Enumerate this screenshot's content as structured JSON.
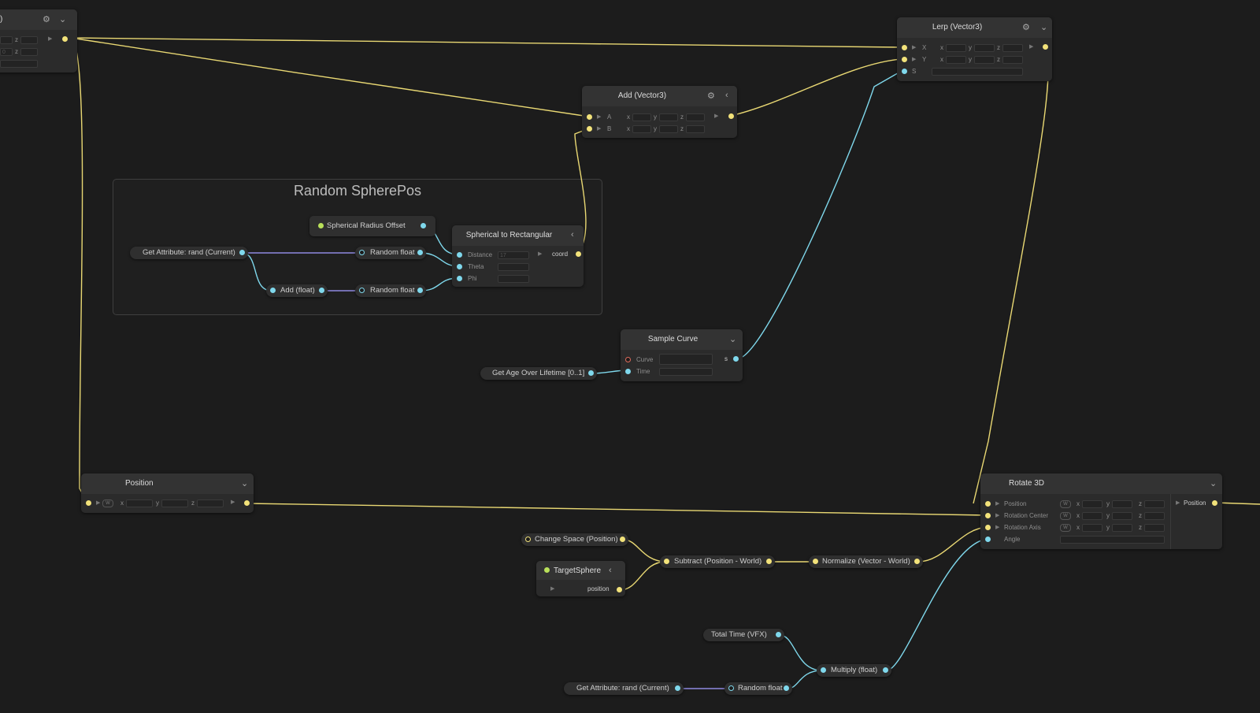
{
  "colors": {
    "background": "#1c1c1c",
    "vector_port": "#f2e27a",
    "float_port": "#7fd8ec",
    "uint_port": "#a29bef",
    "property": "#b9e05a",
    "curve": "#47c23e"
  },
  "icons": {
    "settings": "gear-icon",
    "collapse": "chevron-down-icon",
    "expand": "chevron-left-icon",
    "expand_port": "triangle-right-icon"
  },
  "topleft_node": {
    "title": ")",
    "out_label": "",
    "fields": [
      "z",
      "z",
      "0"
    ]
  },
  "add_vector3": {
    "title": "Add (Vector3)",
    "inputs": [
      "A",
      "B"
    ],
    "axes": [
      "x",
      "y",
      "z"
    ]
  },
  "lerp_vector3": {
    "title": "Lerp (Vector3)",
    "inputs": [
      "X",
      "Y",
      "S"
    ],
    "axes": [
      "x",
      "y",
      "z"
    ]
  },
  "group": {
    "title": "Random SpherePos"
  },
  "spherical_radius": {
    "label": "Spherical Radius Offset"
  },
  "spherical_to_rect": {
    "title": "Spherical to Rectangular",
    "inputs": [
      "Distance",
      "Theta",
      "Phi"
    ],
    "distance_value": "17",
    "output": "coord"
  },
  "get_attribute_rand_1": {
    "label": "Get Attribute: rand (Current)"
  },
  "random_float_1": {
    "label": "Random float"
  },
  "random_float_2": {
    "label": "Random float"
  },
  "add_float": {
    "label": "Add (float)"
  },
  "sample_curve": {
    "title": "Sample Curve",
    "inputs": [
      "Curve",
      "Time"
    ],
    "output": "s"
  },
  "get_age": {
    "label": "Get Age Over Lifetime [0..1]"
  },
  "position_node": {
    "title": "Position",
    "axes": [
      "x",
      "y",
      "z"
    ],
    "space_badge": "W"
  },
  "rotate3d": {
    "title": "Rotate 3D",
    "inputs": [
      "Position",
      "Rotation Center",
      "Rotation Axis",
      "Angle"
    ],
    "output": "Position",
    "axes": [
      "x",
      "y",
      "z"
    ],
    "space_badge": "W"
  },
  "change_space": {
    "label": "Change Space (Position)"
  },
  "target_sphere": {
    "title": "TargetSphere",
    "output": "position"
  },
  "subtract": {
    "label": "Subtract (Position - World)"
  },
  "normalize": {
    "label": "Normalize (Vector - World)"
  },
  "total_time": {
    "label": "Total Time (VFX)"
  },
  "multiply": {
    "label": "Multiply (float)"
  },
  "get_attribute_rand_2": {
    "label": "Get Attribute: rand (Current)"
  },
  "random_float_3": {
    "label": "Random float"
  }
}
